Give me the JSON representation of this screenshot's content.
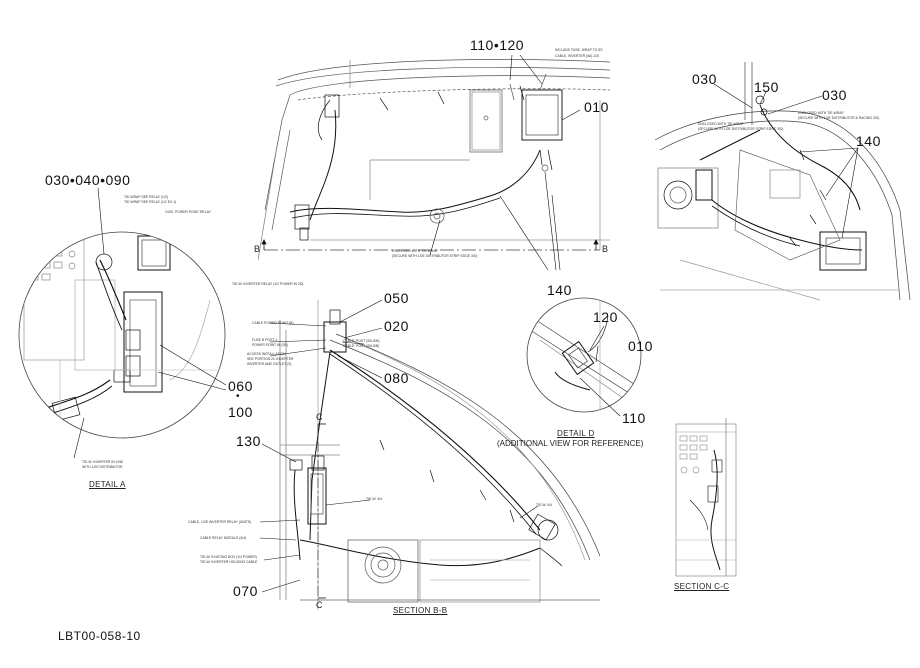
{
  "document_id": "LBT00-058-10",
  "callouts": {
    "c110_120": "110•120",
    "c010_top": "010",
    "c140_top": "140",
    "c030_left": "030•040•090",
    "c060": "060",
    "c_dot": "•",
    "c100": "100",
    "c050": "050",
    "c020": "020",
    "c080": "080",
    "c130": "130",
    "c070": "070",
    "c120_d": "120",
    "c010_d": "010",
    "c110_d": "110",
    "c030_r1": "030",
    "c150": "150",
    "c030_r2": "030",
    "c140_r": "140"
  },
  "section_marks": {
    "b_left": "B",
    "b_right": "B",
    "c_top": "C",
    "c_bottom": "C"
  },
  "captions": {
    "detail_a": "DETAIL A",
    "section_bb": "SECTION B-B",
    "detail_d": "DETAIL D",
    "detail_d_sub": "(ADDITIONAL VIEW FOR REFERENCE)",
    "section_cc": "SECTION C-C"
  },
  "notes": {
    "top_a1": "INCLUDE FUSE, WRAP TO 5S",
    "top_a2": "CABLE, INVERTER (5A) 115",
    "top_b1": "ENCLOSED WITH TIE-WRAP",
    "top_b2": "(SECURE WITH 1/2E DISTRIBUTOR STRIP EDGE 3/D)",
    "det_a1": "TIE-WRAP SEE RELAY (1/2)",
    "det_a2": "TIE-WRAP SEE RELAY (1/2 EX 1)",
    "det_a3": "1/2/D, POWER POINT RELAY",
    "det_a4": "TIE-W. INVERTER RELAY (1/2 POWER IN 2D)",
    "det_a5": "TIE-W. INVERTER IN LINE",
    "det_a6": "WITH 1/2E DISTRIBUTOR",
    "sec_b1": "CABLE POWER POINT (B)",
    "sec_b2": "FUSE B POST-1",
    "sec_b3": "POWER POINT IN (2B)",
    "sec_b4": "ACCESS INSTALLATION",
    "sec_b5": "SEE PORTION 2C INVERTER",
    "sec_b6": "INVERTER AND OUTLET (3)",
    "sec_b7": "CABLE, POST (SN-5/N)",
    "sec_b8": "CABLE, POST (SN-5/B)",
    "sec_b9": "CABLE, 1/2E INVERTER RELAY (UNITS)",
    "sec_b10": "CABLE RELAY MODULE (4/4)",
    "sec_b11": "TIE-W. EXISTING BOX (1/4 POWER)",
    "sec_b12": "TIE-W. INVERTER HOUSING CABLE",
    "sec_b13": "TIE-W. 4/4",
    "sec_b14": "TIE-W. 4/4",
    "r_1": "ENCLOSED WITH TIE-WRAP",
    "r_2": "(SECURE WITH 1/2E DISTRIBUTOR STRIP EDGE 3/D)",
    "r_3": "ENCLOSED WITH TIE-WRAP",
    "r_4": "(SECURE WITH 1/2E DISTRIBUTOR & RACING 3/D)"
  }
}
